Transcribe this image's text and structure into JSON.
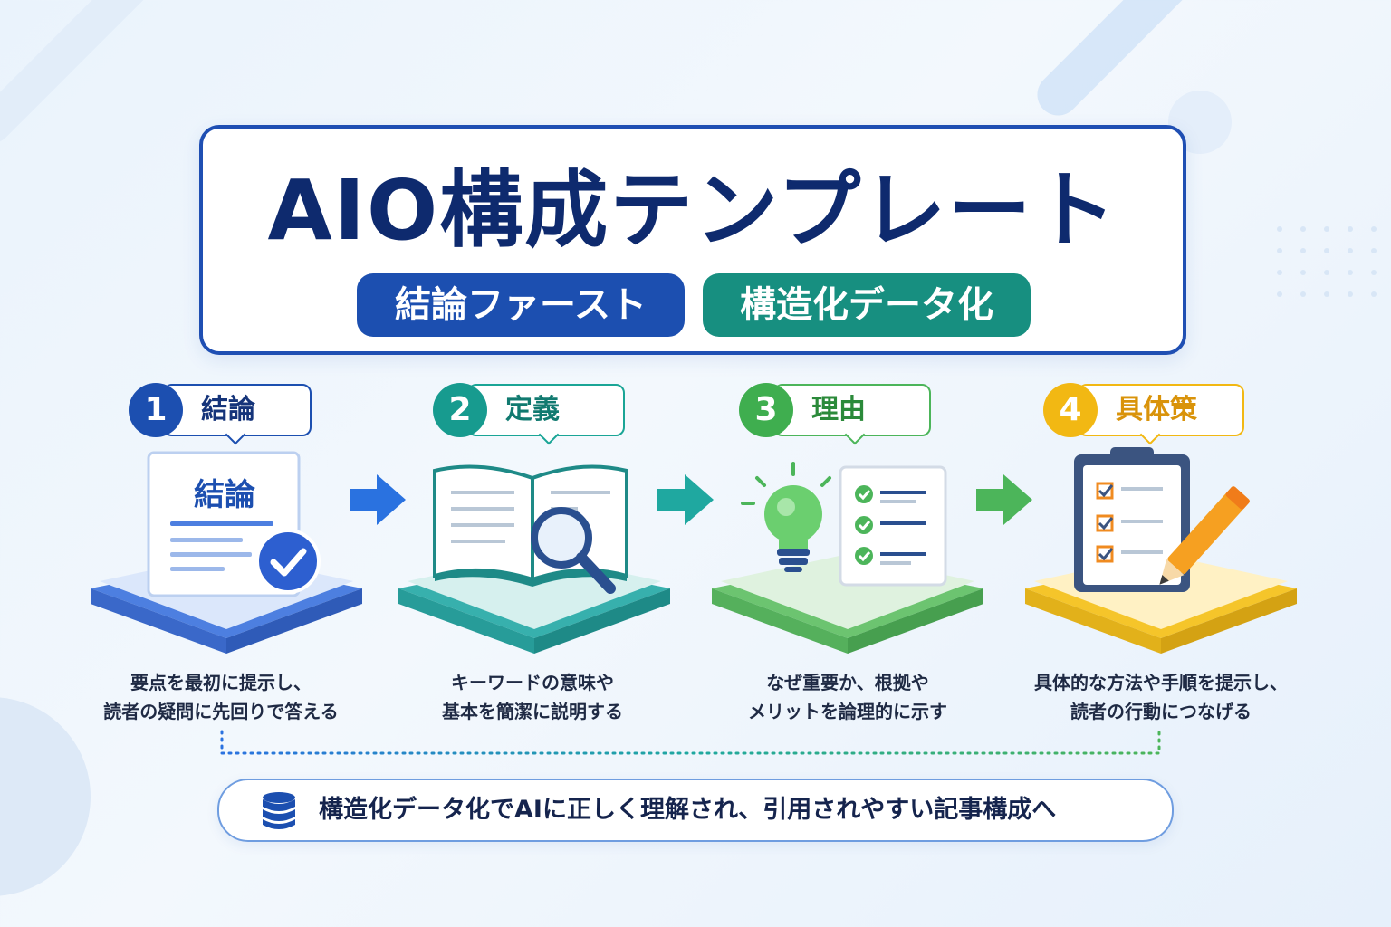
{
  "title": "AIO構成テンプレート",
  "tags": [
    {
      "label": "結論ファースト",
      "color": "#1c4fb0"
    },
    {
      "label": "構造化データ化",
      "color": "#178f80"
    }
  ],
  "steps": [
    {
      "number": "1",
      "label": "結論",
      "card_title": "結論",
      "description_lines": [
        "要点を最初に提示し、",
        "読者の疑問に先回りで答える"
      ],
      "color": "#1c4fb0",
      "icon": "document-check-icon"
    },
    {
      "number": "2",
      "label": "定義",
      "description_lines": [
        "キーワードの意味や",
        "基本を簡潔に説明する"
      ],
      "color": "#179b8f",
      "icon": "book-magnifier-icon"
    },
    {
      "number": "3",
      "label": "理由",
      "description_lines": [
        "なぜ重要か、根拠や",
        "メリットを論理的に示す"
      ],
      "color": "#3fae4f",
      "icon": "lightbulb-checklist-icon"
    },
    {
      "number": "4",
      "label": "具体策",
      "description_lines": [
        "具体的な方法や手順を提示し、",
        "読者の行動につなげる"
      ],
      "color": "#f2b813",
      "icon": "clipboard-pencil-icon"
    }
  ],
  "banner": {
    "text": "構造化データ化でAIに正しく理解され、引用されやすい記事構成へ",
    "icon": "database-icon"
  }
}
